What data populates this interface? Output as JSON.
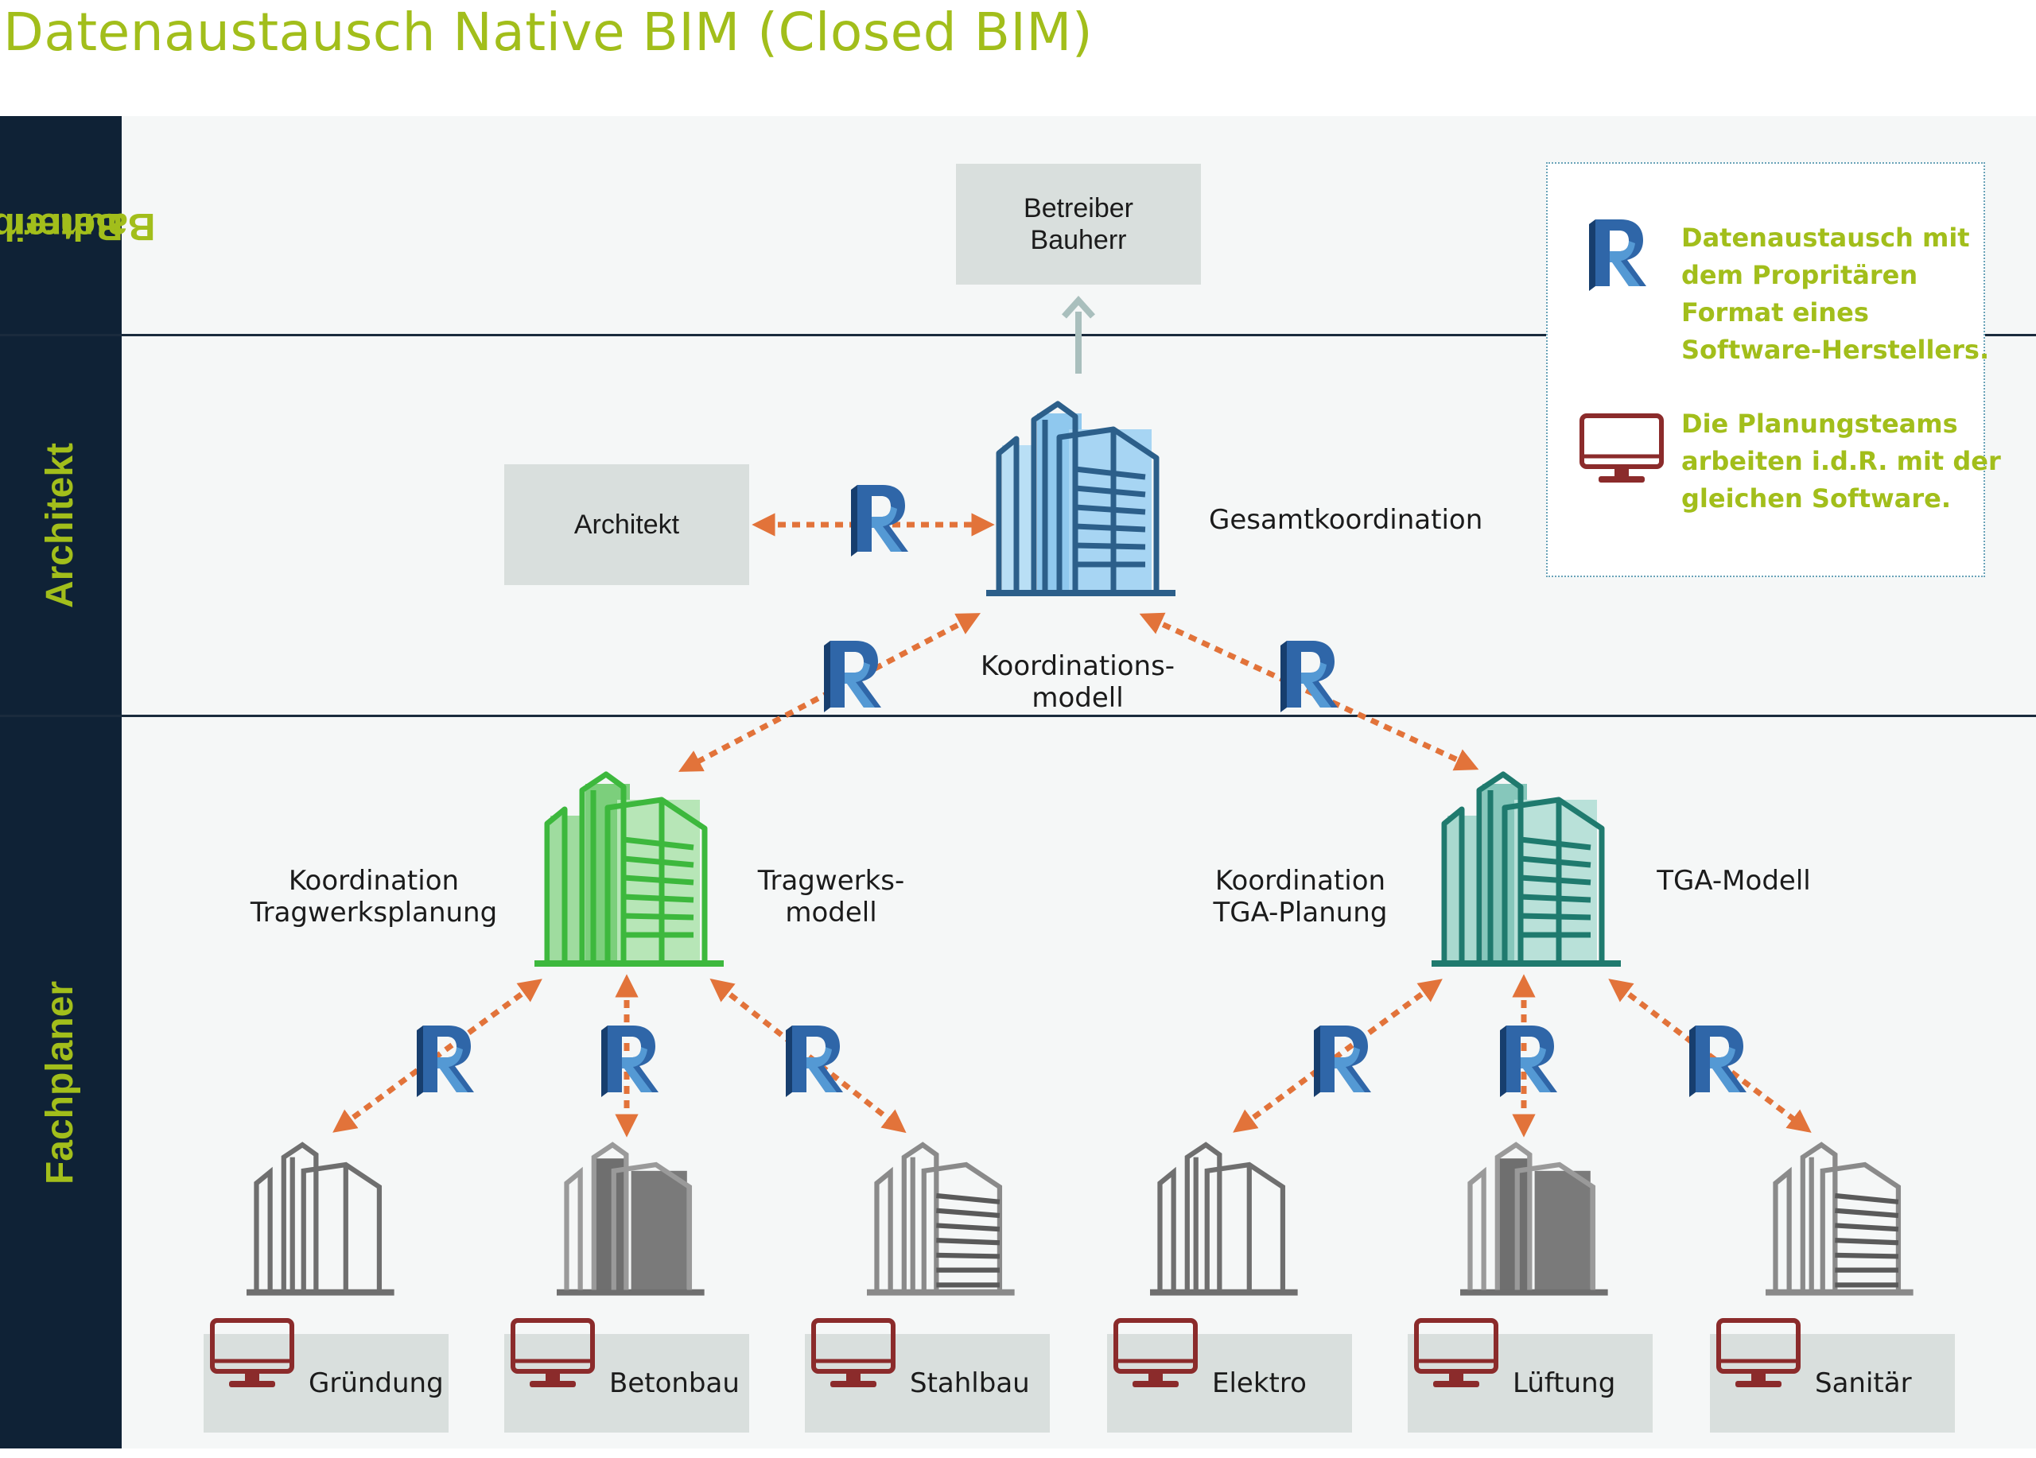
{
  "title": "Datenaustausch Native BIM (Closed BIM)",
  "lanes": [
    {
      "label_lines": [
        "Betreiber",
        "Bauherr"
      ]
    },
    {
      "label_lines": [
        "Architekt"
      ]
    },
    {
      "label_lines": [
        "Fachplaner"
      ]
    }
  ],
  "nodes": {
    "betreiber_box": {
      "line1": "Betreiber",
      "line2": "Bauherr"
    },
    "architekt_box": "Architekt",
    "gesamt_label": "Gesamtkoordination",
    "koord_modell": {
      "line1": "Koordinations-",
      "line2": "modell"
    },
    "koord_tragwerk": {
      "line1": "Koordination",
      "line2": "Tragwerksplanung"
    },
    "tragwerks_modell": {
      "line1": "Tragwerks-",
      "line2": "modell"
    },
    "koord_tga": {
      "line1": "Koordination",
      "line2": "TGA-Planung"
    },
    "tga_modell": "TGA-Modell"
  },
  "trades": [
    {
      "label": "Gründung"
    },
    {
      "label": "Betonbau"
    },
    {
      "label": "Stahlbau"
    },
    {
      "label": "Elektro"
    },
    {
      "label": "Lüftung"
    },
    {
      "label": "Sanitär"
    }
  ],
  "legend": {
    "item1_lines": [
      "Datenaustausch mit",
      "dem Propritären",
      "Format eines",
      "Software-Herstellers."
    ],
    "item2_lines": [
      "Die Planungsteams",
      "arbeiten i.d.R. mit der",
      "gleichen Software."
    ],
    "revit_icon": "revit-r-icon",
    "computer_icon": "monitor-icon"
  },
  "colors": {
    "title": "#a2be1b",
    "lane_head": "#0f2236",
    "arrow": "#e2733a",
    "building_blue": "#2c5f8a",
    "building_green": "#3db83d",
    "building_teal": "#1f7a6e",
    "monitor": "#8b2b2b"
  }
}
